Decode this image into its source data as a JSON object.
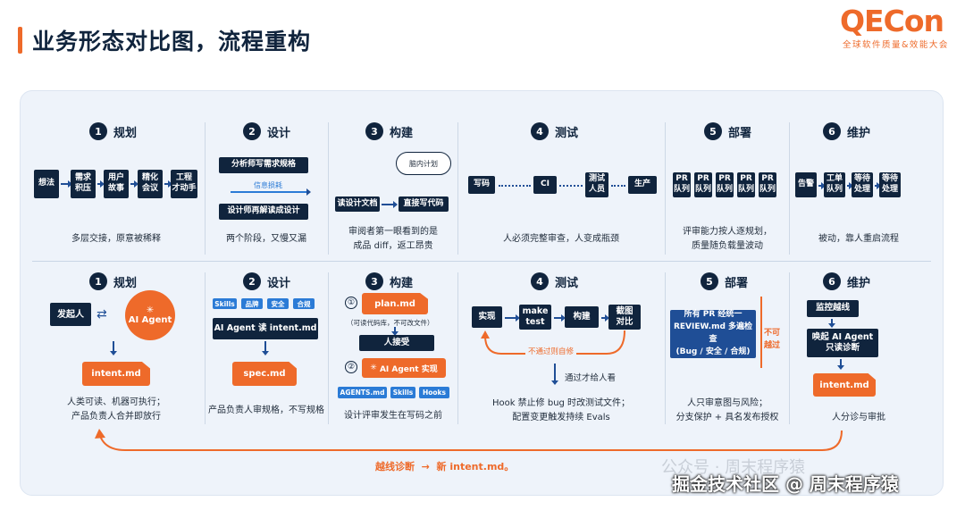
{
  "slide_title": "业务形态对比图，流程重构",
  "logo": {
    "main": "QECon",
    "sub": "全球软件质量&效能大会"
  },
  "top": {
    "phases": [
      {
        "num": "1",
        "label": "规划"
      },
      {
        "num": "2",
        "label": "设计"
      },
      {
        "num": "3",
        "label": "构建"
      },
      {
        "num": "4",
        "label": "测试"
      },
      {
        "num": "5",
        "label": "部署"
      },
      {
        "num": "6",
        "label": "维护"
      }
    ],
    "plan_steps": [
      "想法",
      "需求\n积压",
      "用户\n故事",
      "精化\n会议",
      "工程\n才动手"
    ],
    "design": {
      "box1": "分析师写需求规格",
      "arrow_label": "信息损耗",
      "box2": "设计师再解读成设计"
    },
    "build": {
      "cloud": "脑内计划",
      "box1": "读设计文档",
      "box2": "直接写代码"
    },
    "test_steps": [
      "写码",
      "CI",
      "测试\n人员",
      "生产"
    ],
    "deploy_box": "PR\n队列",
    "maint_steps": [
      "告警",
      "工单\n队列",
      "等待\n处理",
      "等待\n处理"
    ],
    "captions": [
      "多层交接，原意被稀释",
      "两个阶段，又慢又漏",
      "审阅者第一眼看到的是\n成品 diff，返工昂贵",
      "人必须完整审查，人变成瓶颈",
      "评审能力按人逐规划，\n质量随负载量波动",
      "被动，靠人重启流程"
    ]
  },
  "bottom": {
    "phases": [
      {
        "num": "1",
        "label": "规划"
      },
      {
        "num": "2",
        "label": "设计"
      },
      {
        "num": "3",
        "label": "构建"
      },
      {
        "num": "4",
        "label": "测试"
      },
      {
        "num": "5",
        "label": "部署"
      },
      {
        "num": "6",
        "label": "维护"
      }
    ],
    "plan": {
      "initiator": "发起人",
      "agent": "AI Agent",
      "doc": "intent.md",
      "caption": "人类可读、机器可执行；\n产品负责人合并即放行"
    },
    "design": {
      "tags": [
        "Skills",
        "品牌",
        "安全",
        "合规"
      ],
      "box": "AI Agent 读 intent.md",
      "doc": "spec.md",
      "caption": "产品负责人审规格，不写规格"
    },
    "build": {
      "step1": "①",
      "doc": "plan.md",
      "note": "（可读代码库，不可改文件）",
      "accept": "人接受",
      "step2": "②",
      "agent": "AI Agent 实现",
      "tags": [
        "AGENTS.md",
        "Skills",
        "Hooks"
      ],
      "caption": "设计评审发生在写码之前"
    },
    "test": {
      "steps": [
        "实现",
        "make\ntest",
        "构建",
        "截图\n对比"
      ],
      "loop": "不通过则自修",
      "pass": "通过才给人看",
      "caption": "Hook 禁止修 bug 时改测试文件；\n配置变更触发持续 Evals"
    },
    "deploy": {
      "box": "所有 PR 经统一\nREVIEW.md 多遍检查\n(Bug / 安全 / 合规)",
      "no": "不可\n越过",
      "caption": "人只审意图与风险；\n分支保护 + 具名发布授权"
    },
    "maint": {
      "box1": "监控越线",
      "box2": "唤起 AI Agent\n只读诊断",
      "doc": "intent.md",
      "caption": "人分诊与审批"
    },
    "feedback": "越线诊断  →  新 intent.md。"
  },
  "watermark": {
    "top": "公众号 · 周末程序猿",
    "main": "掘金技术社区 @ 周末程序猿"
  },
  "colors": {
    "accent": "#ee6a2a",
    "navy": "#10243d",
    "blue": "#1f4e96",
    "panel": "#eef3fa"
  }
}
